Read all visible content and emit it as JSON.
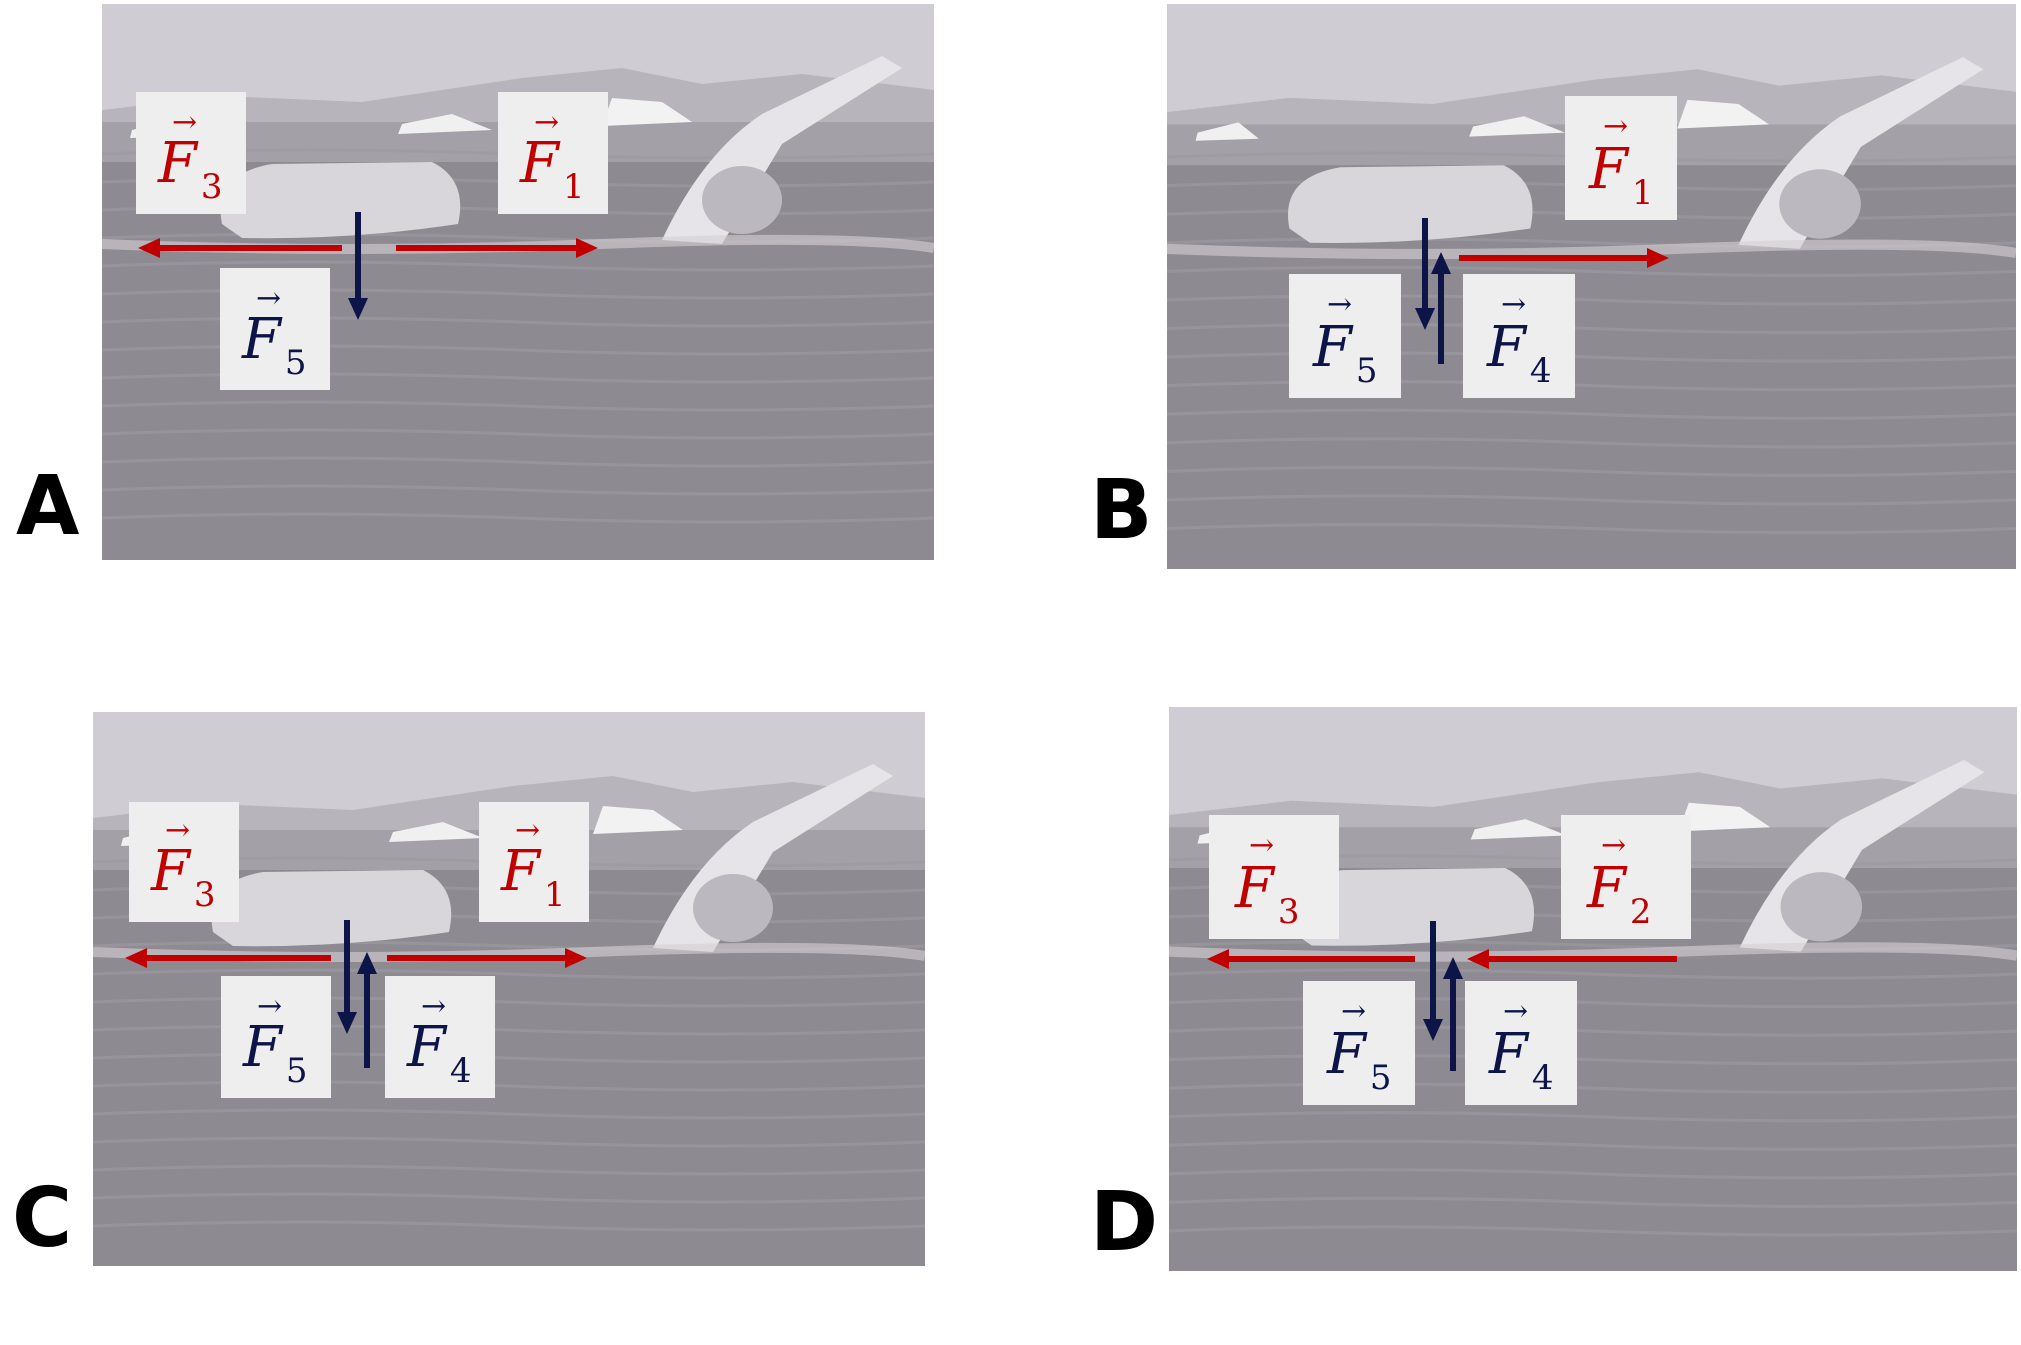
{
  "colors": {
    "horizontal_force": "#c00000",
    "vertical_force": "#0c1448",
    "label_box": "#eeeeee",
    "photo_water": "#8e8a92",
    "photo_sky": "#cfcdd3"
  },
  "panels": [
    {
      "letter": "A",
      "forces": [
        {
          "name": "F",
          "sub": "3",
          "direction": "left",
          "color": "horizontal_force"
        },
        {
          "name": "F",
          "sub": "1",
          "direction": "right",
          "color": "horizontal_force"
        },
        {
          "name": "F",
          "sub": "5",
          "direction": "down",
          "color": "vertical_force"
        }
      ]
    },
    {
      "letter": "B",
      "forces": [
        {
          "name": "F",
          "sub": "1",
          "direction": "right",
          "color": "horizontal_force"
        },
        {
          "name": "F",
          "sub": "5",
          "direction": "down",
          "color": "vertical_force"
        },
        {
          "name": "F",
          "sub": "4",
          "direction": "up",
          "color": "vertical_force"
        }
      ]
    },
    {
      "letter": "C",
      "forces": [
        {
          "name": "F",
          "sub": "3",
          "direction": "left",
          "color": "horizontal_force"
        },
        {
          "name": "F",
          "sub": "1",
          "direction": "right",
          "color": "horizontal_force"
        },
        {
          "name": "F",
          "sub": "5",
          "direction": "down",
          "color": "vertical_force"
        },
        {
          "name": "F",
          "sub": "4",
          "direction": "up",
          "color": "vertical_force"
        }
      ]
    },
    {
      "letter": "D",
      "forces": [
        {
          "name": "F",
          "sub": "3",
          "direction": "left",
          "color": "horizontal_force"
        },
        {
          "name": "F",
          "sub": "2",
          "direction": "left",
          "color": "horizontal_force"
        },
        {
          "name": "F",
          "sub": "5",
          "direction": "down",
          "color": "vertical_force"
        },
        {
          "name": "F",
          "sub": "4",
          "direction": "up",
          "color": "vertical_force"
        }
      ]
    }
  ]
}
